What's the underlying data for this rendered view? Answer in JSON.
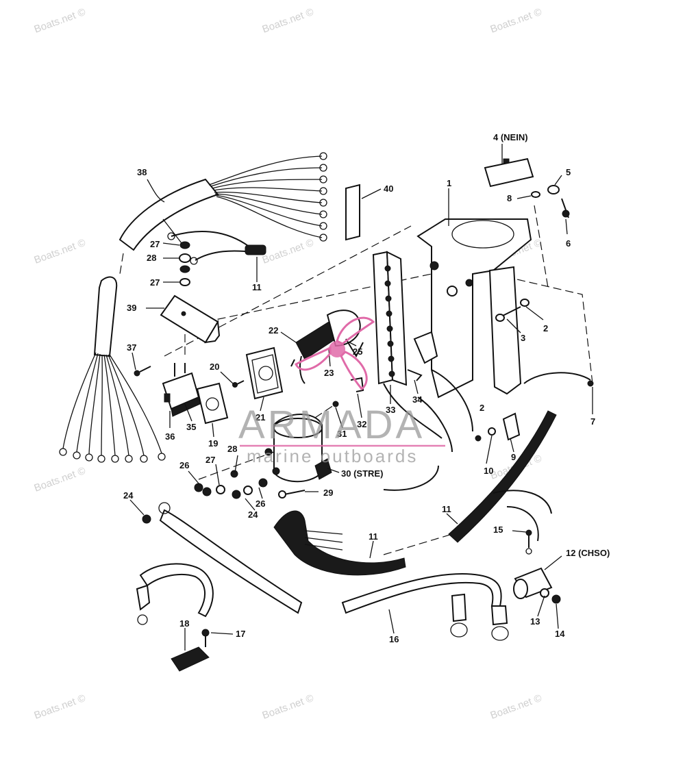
{
  "watermark": "Boats.net ©",
  "logo": {
    "brand": "ARMADA",
    "tagline": "marine outboards",
    "accent": "#e06aa8"
  },
  "callouts": {
    "c1": "1",
    "c2a": "2",
    "c2b": "2",
    "c3": "3",
    "c4": "4 (NEIN)",
    "c5": "5",
    "c6": "6",
    "c7": "7",
    "c8": "8",
    "c9": "9",
    "c10": "10",
    "c11a": "11",
    "c11b": "11",
    "c11c": "11",
    "c12": "12 (CHSO)",
    "c13": "13",
    "c14": "14",
    "c15": "15",
    "c16": "16",
    "c17": "17",
    "c18": "18",
    "c19": "19",
    "c20": "20",
    "c21": "21",
    "c22": "22",
    "c23": "23",
    "c24a": "24",
    "c24b": "24",
    "c25": "25",
    "c26a": "26",
    "c26b": "26",
    "c27a": "27",
    "c27b": "27",
    "c27c": "27",
    "c28a": "28",
    "c28b": "28",
    "c29": "29",
    "c30": "30 (STRE)",
    "c31": "31",
    "c32": "32",
    "c33": "33",
    "c34": "34",
    "c35": "35",
    "c36": "36",
    "c37": "37",
    "c38": "38",
    "c39": "39",
    "c40": "40"
  },
  "colors": {
    "ink": "#111111",
    "watermark": "#cfcfcf",
    "logo_text": "#9a9a9a"
  }
}
